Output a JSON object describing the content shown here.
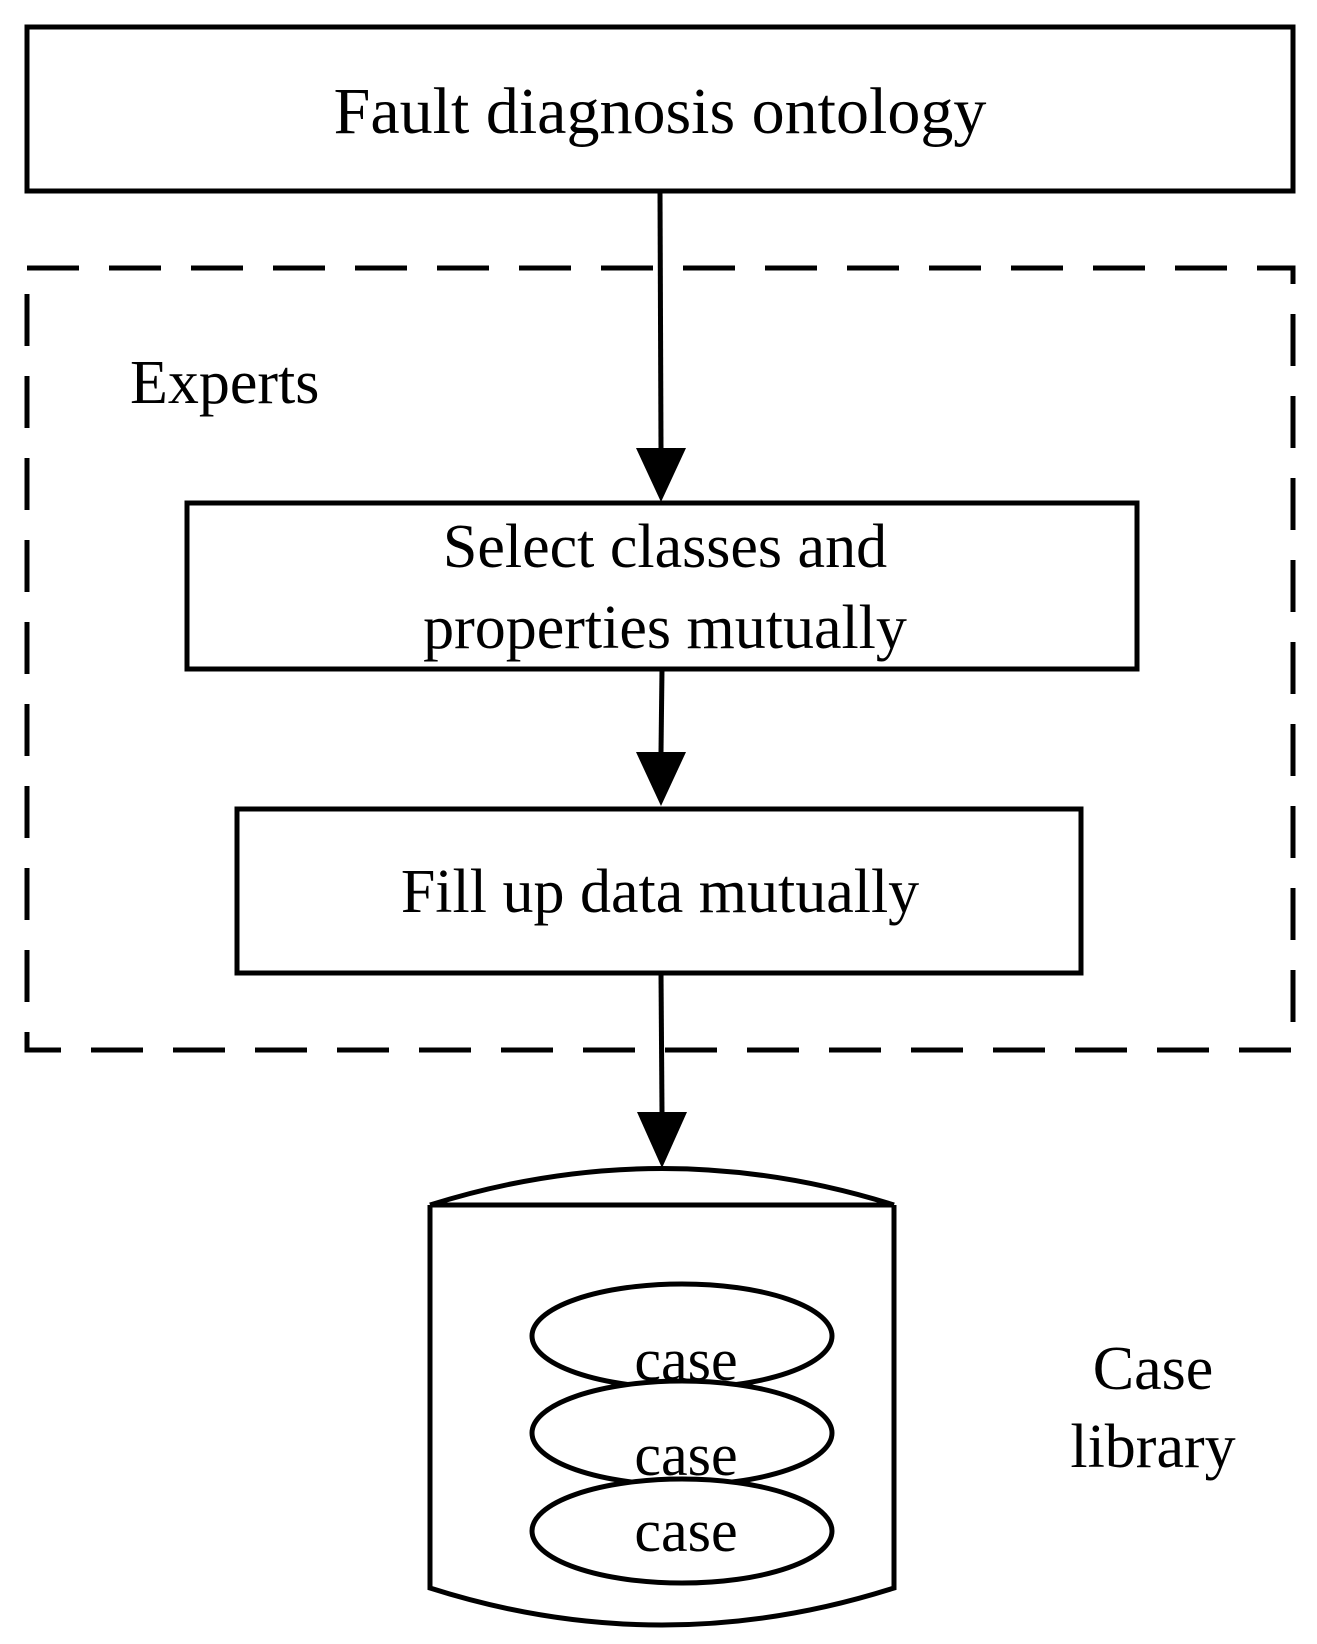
{
  "nodes": {
    "ontology": {
      "label": "Fault diagnosis ontology"
    },
    "experts_group": {
      "label": "Experts"
    },
    "select": {
      "line1": "Select classes and",
      "line2": "properties mutually"
    },
    "fill": {
      "label": "Fill up data mutually"
    },
    "case_library": {
      "label_line1": "Case",
      "label_line2": "library",
      "cases": [
        "case",
        "case",
        "case"
      ]
    }
  },
  "edges": [
    {
      "from": "ontology",
      "to": "select"
    },
    {
      "from": "select",
      "to": "fill"
    },
    {
      "from": "fill",
      "to": "case_library"
    }
  ],
  "colors": {
    "stroke": "#000000",
    "background": "#ffffff"
  }
}
